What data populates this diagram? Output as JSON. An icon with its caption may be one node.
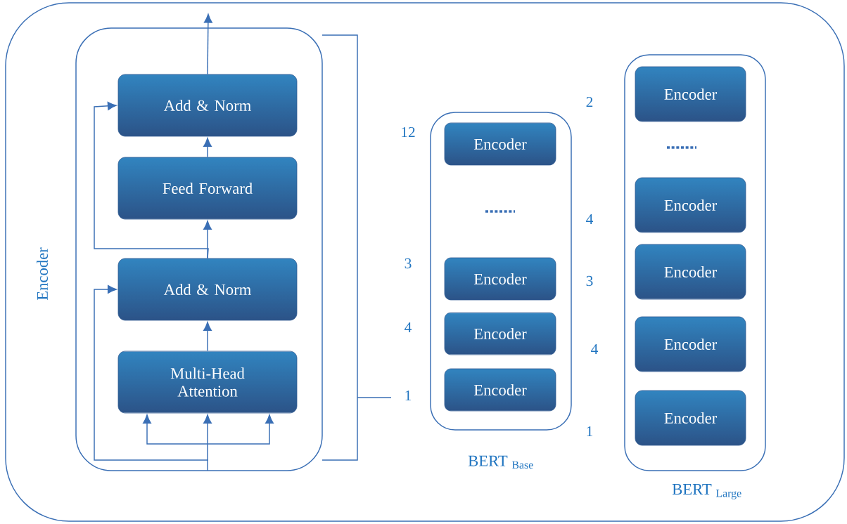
{
  "diagram": {
    "nodes": [
      {
        "text": [
          "Encoder"
        ]
      },
      {
        "text": [],
        "shape": "box",
        "in": 0
      },
      {
        "text": [
          "Add & Norm"
        ],
        "in": 1
      },
      {
        "text": [
          "Feed Forward"
        ],
        "in": 1
      },
      {
        "text": [
          "Add & Norm"
        ],
        "in": 1
      },
      {
        "text": [
          "Multi-Head Attention"
        ],
        "in": 1
      },
      {
        "text": [
          "BERT $_{Base}$"
        ],
        "in": 0
      },
      {
        "text": [
          "Encoder"
        ],
        "in": 6
      },
      {
        "text": [
          "Encoder"
        ],
        "in": 6
      },
      {
        "text": [
          "Encoder"
        ],
        "in": 6
      },
      {
        "text": [
          "Encoder"
        ],
        "in": 6
      },
      {
        "text": [
          "BERT $_{Large}$"
        ],
        "in": 0
      },
      {
        "text": [
          "Encoder"
        ],
        "in": 11
      },
      {
        "text": [
          "Encoder"
        ],
        "in": 11
      },
      {
        "text": [
          "Encoder"
        ],
        "in": 11
      },
      {
        "text": [
          "Encoder"
        ],
        "in": 11
      },
      {
        "text": [
          "Encoder"
        ],
        "in": 11
      }
    ],
    "edges": [
      {
        "from": 2,
        "to": null,
        "arrow": "to"
      },
      {
        "from": 3,
        "to": 2,
        "arrow": "to"
      },
      {
        "from": 4,
        "to": 3,
        "arrow": "to"
      },
      {
        "from": 5,
        "to": 4,
        "arrow": "to"
      },
      {
        "from": 4,
        "to": 2,
        "arrow": "to"
      },
      {
        "from": null,
        "to": 4,
        "arrow": "to"
      },
      {
        "from": null,
        "to": 5,
        "arrow": "to"
      },
      {
        "from": null,
        "to": 5,
        "arrow": "to"
      },
      {
        "from": null,
        "to": 5,
        "arrow": "to"
      }
    ],
    "labels": [
      "2",
      "12",
      "4",
      "3",
      "3",
      "4",
      "4",
      "1",
      "1"
    ]
  }
}
